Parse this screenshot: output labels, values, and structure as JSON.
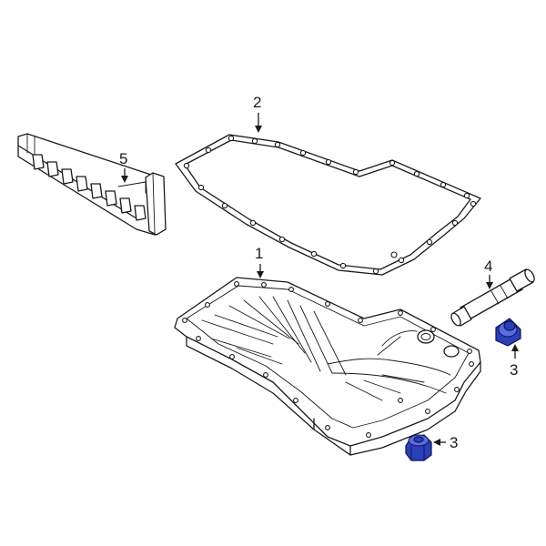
{
  "callouts": {
    "c1": "1",
    "c2": "2",
    "c3a": "3",
    "c3b": "3",
    "c4": "4",
    "c5": "5"
  },
  "colors": {
    "highlight": "#2b3fb8",
    "line": "#1a1a1a",
    "background": "#ffffff"
  }
}
